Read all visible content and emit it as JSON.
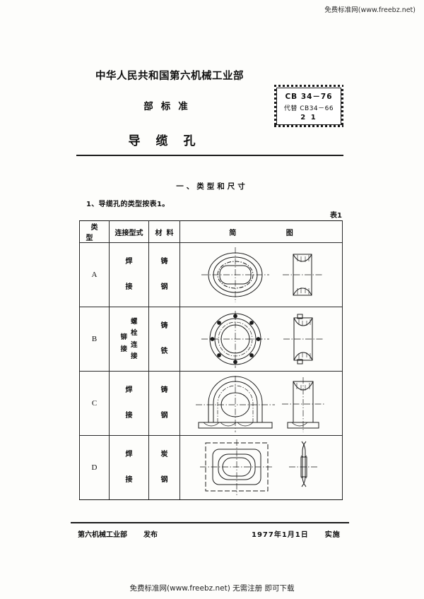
{
  "watermarks": {
    "top_right": "免费标准网(www.freebz.net)",
    "bottom": "免费标准网(www.freebz.net) 无需注册 即可下载"
  },
  "header": {
    "ministry": "中华人民共和国第六机械工业部",
    "standard_word": "部标准",
    "doc_title": "导缆孔",
    "code_box": {
      "designation": "CB 34－76",
      "supersedes": "代替 CB34－66",
      "page_number": "2 1"
    }
  },
  "body": {
    "section_heading": "一、类型和尺寸",
    "clause_1": "1、导缆孔的类型按表1。",
    "table_caption": "表1"
  },
  "table": {
    "headers": {
      "type": "类型",
      "connection": "连接型式",
      "material": "材料",
      "diagram_left": "简",
      "diagram_right": "图"
    },
    "rows": [
      {
        "type": "A",
        "connection_lines": [
          "焊",
          "接"
        ],
        "connection_extra": [],
        "material_lines": [
          "铸",
          "钢"
        ],
        "diagram": "oval-fairlead-welded"
      },
      {
        "type": "B",
        "connection_lines": [
          "铆",
          "接"
        ],
        "connection_extra": [
          "螺",
          "栓",
          "连",
          "接"
        ],
        "material_lines": [
          "铸",
          "铁"
        ],
        "diagram": "round-flange-bolted"
      },
      {
        "type": "C",
        "connection_lines": [
          "焊",
          "接"
        ],
        "connection_extra": [],
        "material_lines": [
          "铸",
          "钢"
        ],
        "diagram": "arch-fairlead-baseplate"
      },
      {
        "type": "D",
        "connection_lines": [
          "焊",
          "接"
        ],
        "connection_extra": [],
        "material_lines": [
          "炭",
          "钢"
        ],
        "diagram": "rect-plate-oval-hole"
      }
    ]
  },
  "footer": {
    "issuer": "第六机械工业部",
    "issue_verb": "发布",
    "effective_date": "1977年1月1日",
    "effective_verb": "实施"
  },
  "colors": {
    "ink": "#1a1a1a",
    "paper": "#fdfdfb"
  }
}
